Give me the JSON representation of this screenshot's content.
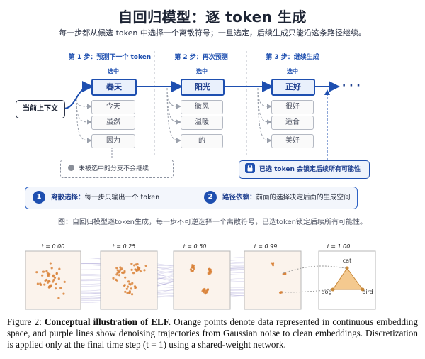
{
  "header": {
    "title": "自回归模型：逐 token 生成",
    "subtitle": "每一步都从候选 token 中选择一个离散符号；一旦选定，后续生成只能沿这条路径继续。"
  },
  "diagram": {
    "context_label": "当前上下文",
    "selected_tag": "选中",
    "steps": [
      {
        "label": "第 1 步：预测下一个 token",
        "selected": "春天",
        "alternatives": [
          "今天",
          "虽然",
          "因为"
        ]
      },
      {
        "label": "第 2 步：再次预测",
        "selected": "阳光",
        "alternatives": [
          "微风",
          "温暖",
          "的"
        ]
      },
      {
        "label": "第 3 步：继续生成",
        "selected": "正好",
        "alternatives": [
          "很好",
          "适合",
          "美好"
        ]
      }
    ],
    "ellipsis": "· · ·",
    "pruned_note": "未被选中的分支不会继续",
    "lock_note": "已选 token 会锁定后续所有可能性",
    "summary": {
      "item1_num": "1",
      "item1_title": "离散选择：",
      "item1_text": "每一步只输出一个 token",
      "item2_num": "2",
      "item2_title": "路径依赖：",
      "item2_text": "前面的选择决定后面的生成空间"
    },
    "caption": "图：自回归模型逐token生成，每一步不可逆选择一个离散符号，已选token锁定后续所有可能性。"
  },
  "elf_figure": {
    "time_labels": [
      "t = 0.00",
      "t = 0.25",
      "t = 0.50",
      "t = 0.99",
      "t = 1.00"
    ],
    "final_tokens": [
      "cat",
      "dog",
      "bird"
    ],
    "colors": {
      "point": "#d9823a",
      "trajectory": "#8e88c9",
      "triangle": "#f4c98f"
    }
  },
  "figure_caption": {
    "prefix": "Figure 2: ",
    "bold": "Conceptual illustration of ELF.",
    "text": " Orange points denote data represented in continuous embedding space, and purple lines show denoising trajectories from Gaussian noise to clean embeddings. Discretization is applied only at the final time step (t = 1) using a shared-weight network."
  }
}
